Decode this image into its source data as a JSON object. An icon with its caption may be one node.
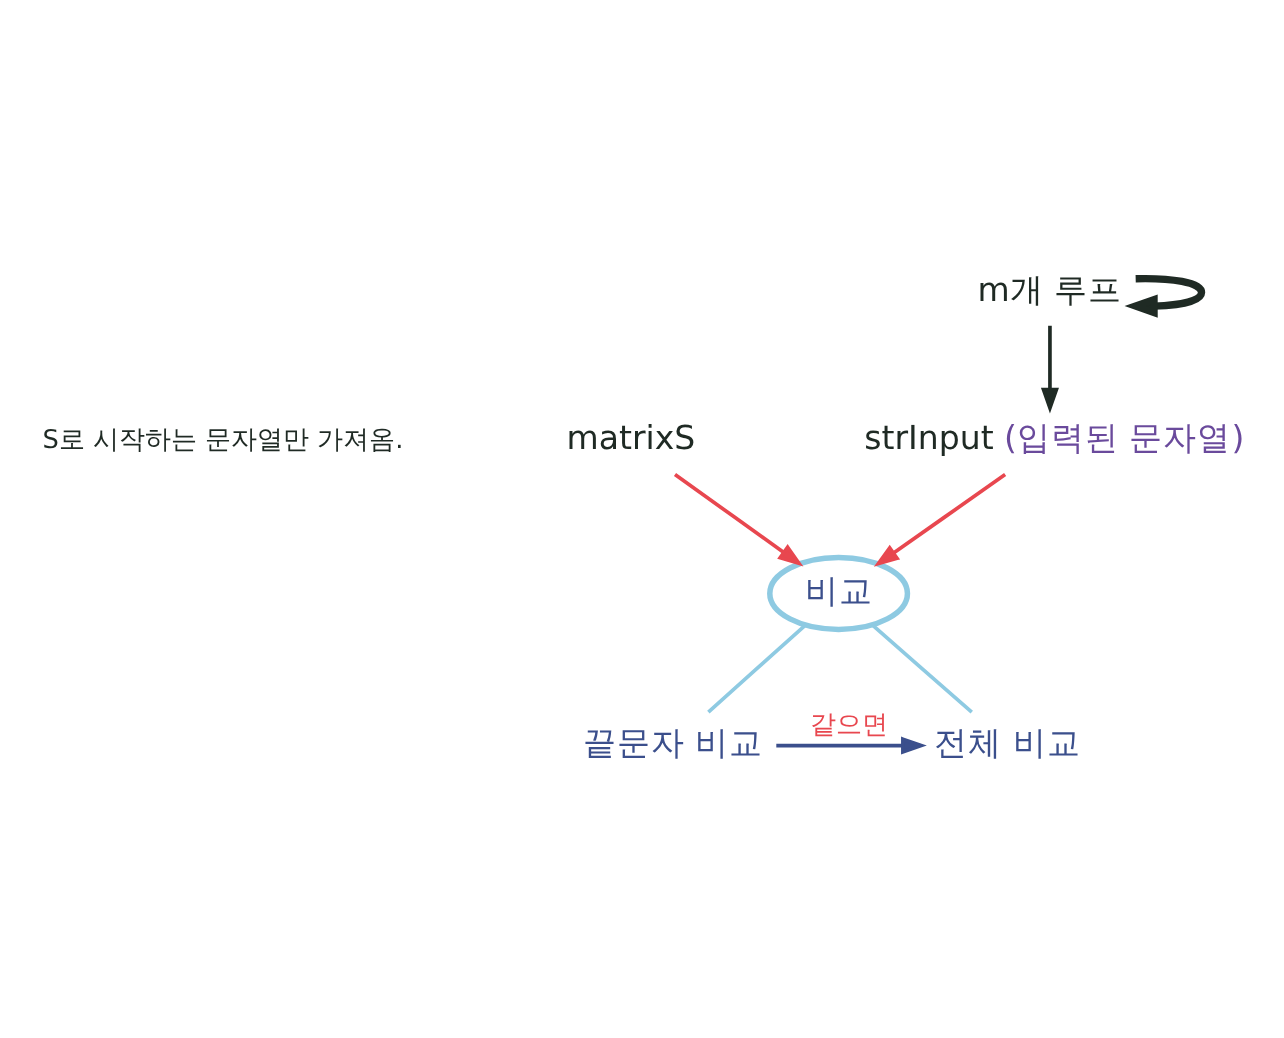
{
  "diagram": {
    "nodes": [
      {
        "text": [
          "m개 루프"
        ]
      },
      {
        "text": [
          "matrixS"
        ]
      },
      {
        "text": [
          "strInput"
        ],
        "beside": [
          "(입력된 문자열)"
        ]
      },
      {
        "text": [
          "비교"
        ]
      },
      {
        "text": [
          "끝문자 비교"
        ]
      },
      {
        "text": [
          "전체 비교"
        ]
      }
    ],
    "edges": [
      {
        "from": 0,
        "to": 0,
        "arrow": "to",
        "style": "thick"
      },
      {
        "from": 0,
        "to": 2,
        "arrow": "to"
      },
      {
        "from": 1,
        "to": 3,
        "arrow": "to",
        "color": "#e8474f"
      },
      {
        "from": 2,
        "to": 3,
        "arrow": "to",
        "color": "#e8474f"
      },
      {
        "from": 3,
        "to": 4,
        "arrow": "none",
        "color": "#8ecae2"
      },
      {
        "from": 3,
        "to": 5,
        "arrow": "none",
        "color": "#8ecae2"
      },
      {
        "from": 4,
        "to": 5,
        "arrow": "to",
        "label": "같으면",
        "color": "#3b4f8c"
      }
    ],
    "labels": [
      "S로 시작하는 문자열만 가져옴."
    ]
  }
}
